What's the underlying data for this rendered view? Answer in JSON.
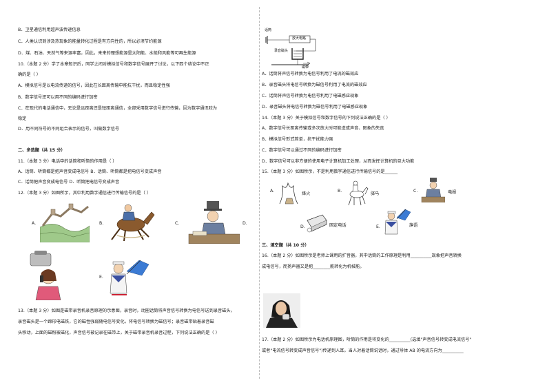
{
  "left": {
    "q9_optB": "B．卫星通信利用超声波传递信息",
    "q9_optC": "C．人类认识到涉及热现象的能量转化过程是有方向性的，所以必须节约能源",
    "q9_optD": "D．煤、石油、天然气等来源丰富，因此，未来的理想能源是太阳能、水能和风能等可再生能源",
    "q10_stem1": "10.（本题 2 分）学了本章知识后，同学之间对模拟信号和数字信号展开了讨论，以下四个结论中不正",
    "q10_stem2": "确的是（    ）",
    "q10_optA": "A．模拟信号是以电流传递的信号，因此在长距离传输中能抗干扰，而且稳定性强",
    "q10_optB": "B．数字信号还可以用不同的编码进行加密",
    "q10_optC1": "C．在现代的电话通信中，无论是远距离还是短距离通信，全部采用数字信号进行传输，因为数字通讯较为",
    "q10_optC2": "稳定",
    "q10_optD": "D．用不同符号的不同组合表示的信号，叫做数字信号",
    "sec2": "二、多选题（共 15 分）",
    "q11_stem": "11.（本题 3 分）电话中的话筒和听筒的作用是（    ）",
    "q11_optAB": "A．话筒、听筒都是把声音变成电信号    B．话筒、听筒都是把电信号变成声音",
    "q11_optCD": "C．话筒把声音变成电信号              D．听筒把电信号变成声音",
    "q12_stem": "12.（本题 3 分）如图所示，其中利用数字通信进行传输信号的是（    ）",
    "q12_A": "A.",
    "q12_B": "B.",
    "q12_C": "C.",
    "q12_D": "D.",
    "q12_E": "E.",
    "q13_1": "13.（本题 3 分）如图是磁带录音机录音原理的示意图，录音时，动圈话筒将声音信号转换为电信号送到录音磁头，",
    "q13_2": "录音磁头是一个蹄形电磁铁，它的磁性强弱随电信号变化，将电信号转换为磁信号；录音磁带贴着录音磁",
    "q13_3": "头移动，上面的磁粉被磁化，声音信号被记录在磁带上，关于磁带录音机录音过程，下列说法正确的是（    ）"
  },
  "right": {
    "fig_top": {
      "mic": "话筒",
      "amp": "放大电路",
      "head": "录音磁头",
      "tape": "磁带"
    },
    "q13_optA": "A．话筒将声信号转换为电信号利用了电流的磁效应",
    "q13_optB": "B．录音磁头将电信号转换为磁信号利用了电流的磁效应",
    "q13_optC": "C．话筒将声信号转换为电信号利用了电磁感应现象",
    "q13_optD": "D．录音磁头将电信号转换为磁信号利用了电磁感应现象",
    "q14_stem": "14.（本题 3 分）关于模拟信号和数字信号的下列说法正确的是（    ）",
    "q14_optA": "A．数字信号长距离传输或多次放大时可能造成声音、图象的失真",
    "q14_optB": "B．模拟信号形式简单，抗干扰能力强",
    "q14_optC": "C．数字信号可以通过不同的编码进行加密",
    "q14_optD": "D．数字信号可以非方便的使用电子计算机加工处理，从而发挥计算机的巨大功能",
    "q15_stem": "15.（本题 3 分）如图所示，不是利用数字通信进行传输信号的是______",
    "q15_A": "A.",
    "q15_A_lbl": "烽火",
    "q15_B": "B.",
    "q15_B_lbl": "驿马",
    "q15_C": "C.",
    "q15_C_lbl": "电报",
    "q15_D": "D.",
    "q15_D_lbl": "固定电话",
    "q15_E": "E.",
    "q15_E_lbl": "旗语",
    "sec3": "三、填空题（共 10 分）",
    "q16_1": "16.（本题 2 分）如图所示是老师上课用的扩音器，其中话筒的工作原理是利用__________现象把声音转换",
    "q16_2": "成电信号，而扬声器又是把________能转化为机械能。",
    "q17_1": "17.（本题 2 分）如图所示为电话机原理图，听筒的作用是将变化的__________(选填\"声音信号转变成电流信号\"",
    "q17_2": "或者\"电流信号转变成声音信号\")传递到人耳。当人对着话筒说话时，通过导体 AB 的电流方向为__________"
  }
}
